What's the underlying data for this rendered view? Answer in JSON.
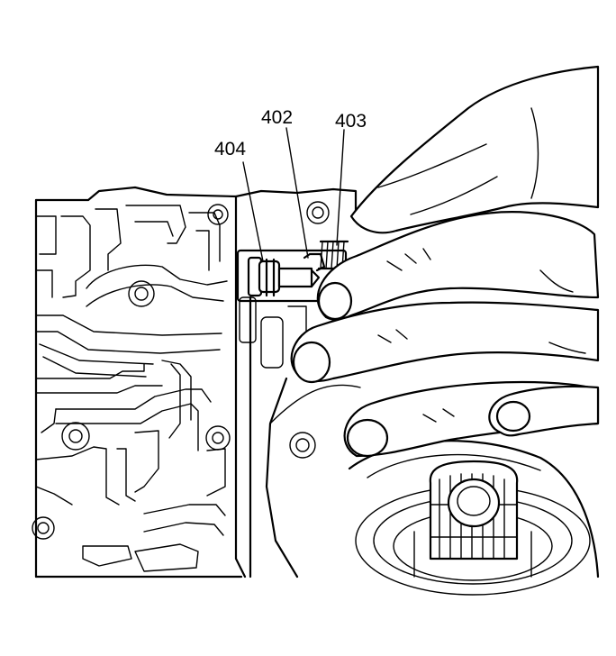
{
  "callouts": [
    {
      "id": "404",
      "label": "404"
    },
    {
      "id": "402",
      "label": "402"
    },
    {
      "id": "403",
      "label": "403"
    }
  ],
  "colors": {
    "line": "#000000",
    "background": "#ffffff"
  }
}
